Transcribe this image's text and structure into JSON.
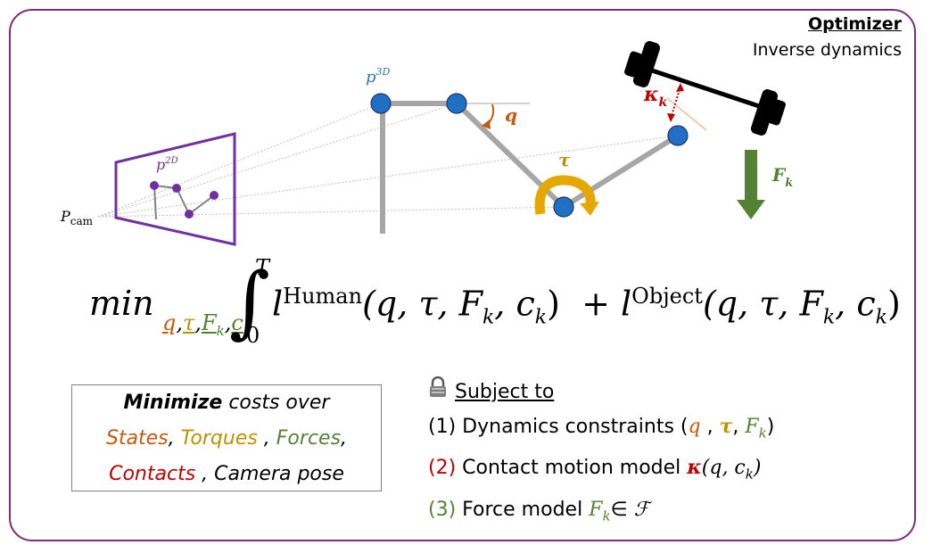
{
  "optimizer": {
    "title": "Optimizer",
    "subtitle": "Inverse dynamics"
  },
  "labels": {
    "p2d": "p",
    "p2d_sup": "2D",
    "p3d": "p",
    "p3d_sup": "3D",
    "pcam": "P",
    "pcam_sub": "cam",
    "q": "q",
    "tau": "τ",
    "kappa": "κ",
    "kappa_sub": "k",
    "force": "F",
    "force_sub": "k"
  },
  "formula": {
    "min": "min",
    "vars": [
      "q",
      "τ",
      "F",
      "c"
    ],
    "var_sub": "k",
    "upper": "T",
    "lower": "0",
    "l": "l",
    "human": "Human",
    "args": "(q, τ, F",
    "args_k": "k",
    "args_c": ", c",
    "args_end": ")",
    "plus": "+",
    "object": "Object"
  },
  "summary": {
    "minimize": "Minimize",
    "costs_over": " costs over",
    "states": "States",
    "comma1": ", ",
    "torques": "Torques",
    "comma2": " , ",
    "forces": "Forces",
    "comma3": ",",
    "contacts": "Contacts",
    "camera": " , Camera pose"
  },
  "constraints": {
    "heading": "Subject to",
    "c1_num": "(1)",
    "c1_text": " Dynamics constraints (",
    "c1_q": "q",
    "c1_sep": " , ",
    "c1_tau": "τ",
    "c1_sep2": ", ",
    "c1_F": "F",
    "c1_k": "k",
    "c1_end": ")",
    "c2_num": "(2)",
    "c2_text": " Contact motion model ",
    "c2_kappa": "κ",
    "c2_args": "(q, c",
    "c2_k": "k",
    "c2_end": ")",
    "c3_num": "(3)",
    "c3_text": " Force model  ",
    "c3_F": "F",
    "c3_k": "k",
    "c3_in": "∈ ",
    "c3_set": "ℱ"
  },
  "colors": {
    "frame": "#7b2d7b",
    "states": "#c55a11",
    "torques": "#bf9000",
    "forces": "#548235",
    "contacts": "#c00000",
    "joint": "#1f6fc5",
    "camera": "#7030a0",
    "limb": "#a6a6a6",
    "force_arrow": "#548235"
  }
}
